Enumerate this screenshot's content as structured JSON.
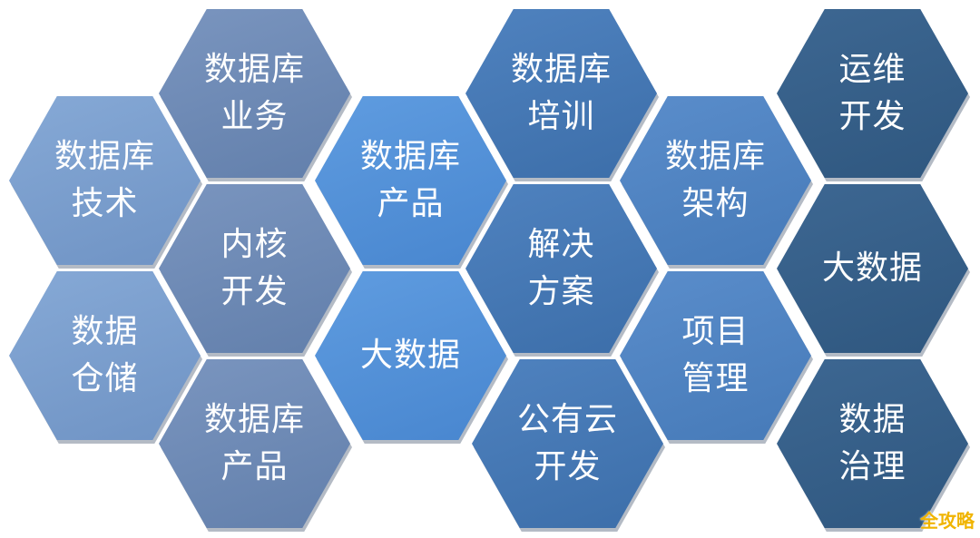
{
  "cells": [
    {
      "id": "db-tech",
      "label": "数据库\n技术",
      "color": "c1"
    },
    {
      "id": "db-storage",
      "label": "数据\n仓储",
      "color": "c1"
    },
    {
      "id": "db-business",
      "label": "数据库\n业务",
      "color": "c2"
    },
    {
      "id": "kernel-dev",
      "label": "内核\n开发",
      "color": "c2"
    },
    {
      "id": "db-product-left",
      "label": "数据库\n产品",
      "color": "c2"
    },
    {
      "id": "db-product-mid",
      "label": "数据库\n产品",
      "color": "c3"
    },
    {
      "id": "bigdata-mid",
      "label": "大数据",
      "color": "c3"
    },
    {
      "id": "db-training",
      "label": "数据库\n培训",
      "color": "c4"
    },
    {
      "id": "solutions",
      "label": "解决\n方案",
      "color": "c4"
    },
    {
      "id": "public-cloud-dev",
      "label": "公有云\n开发",
      "color": "c4"
    },
    {
      "id": "db-architecture",
      "label": "数据库\n架构",
      "color": "c5"
    },
    {
      "id": "project-mgmt",
      "label": "项目\n管理",
      "color": "c5"
    },
    {
      "id": "ops-dev",
      "label": "运维\n开发",
      "color": "c6"
    },
    {
      "id": "bigdata-right",
      "label": "大数据",
      "color": "c6"
    },
    {
      "id": "data-governance",
      "label": "数据\n治理",
      "color": "c6"
    }
  ],
  "watermark": "全攻略"
}
